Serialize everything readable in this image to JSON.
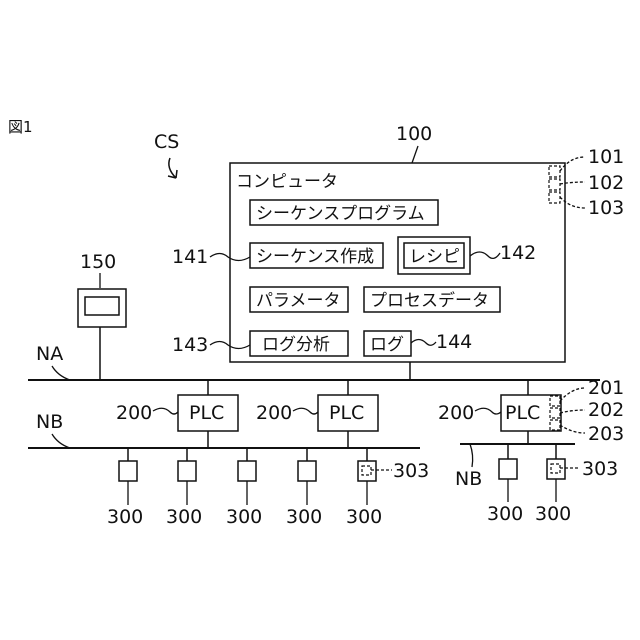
{
  "figure_label": "図1",
  "system_label": "CS",
  "computer": {
    "ref": "100",
    "title": "コンピュータ",
    "items": {
      "sequence_program": "シーケンスプログラム",
      "sequence_creation": "シーケンス作成",
      "recipe": "レシピ",
      "parameter": "パラメータ",
      "process_data": "プロセスデータ",
      "log_analysis": "ログ分析",
      "log": "ログ"
    },
    "refs": {
      "sequence_creation": "141",
      "recipe": "142",
      "log_analysis": "143",
      "log": "144"
    },
    "port_refs": [
      "101",
      "102",
      "103"
    ]
  },
  "terminal": {
    "ref": "150"
  },
  "networks": {
    "na": "NA",
    "nb": "NB",
    "nb_right": "NB"
  },
  "plcs": [
    {
      "label": "PLC",
      "ref": "200"
    },
    {
      "label": "PLC",
      "ref": "200"
    },
    {
      "label": "PLC",
      "ref": "200"
    }
  ],
  "plc_port_refs": [
    "201",
    "202",
    "203"
  ],
  "devices": {
    "ref": "300",
    "left_refs": [
      "300",
      "300",
      "300",
      "300",
      "300"
    ],
    "right_refs": [
      "300",
      "300"
    ],
    "sub_ref": "303",
    "sub_ref_right": "303"
  }
}
